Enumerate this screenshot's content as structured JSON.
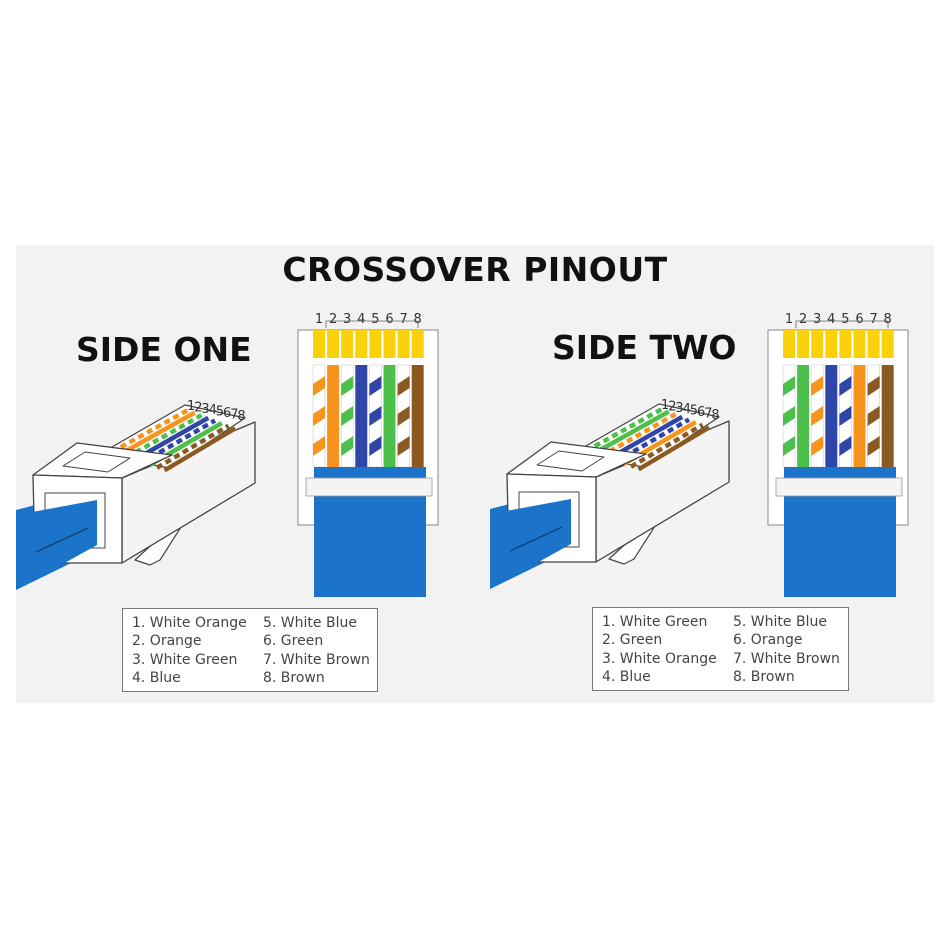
{
  "title": "CROSSOVER PINOUT",
  "colors": {
    "orange": "#f7941d",
    "green": "#4cc04a",
    "blue": "#2f45a8",
    "brown": "#8a5a22",
    "cable": "#1b74c9",
    "gold": "#f9d20c",
    "white": "#ffffff"
  },
  "pin_numbers": [
    "1",
    "2",
    "3",
    "4",
    "5",
    "6",
    "7",
    "8"
  ],
  "sides": [
    {
      "label": "SIDE ONE",
      "wires": [
        {
          "pin": "1",
          "name": "White Orange",
          "color": "orange",
          "striped": true
        },
        {
          "pin": "2",
          "name": "Orange",
          "color": "orange",
          "striped": false
        },
        {
          "pin": "3",
          "name": "White Green",
          "color": "green",
          "striped": true
        },
        {
          "pin": "4",
          "name": "Blue",
          "color": "blue",
          "striped": false
        },
        {
          "pin": "5",
          "name": "White Blue",
          "color": "blue",
          "striped": true
        },
        {
          "pin": "6",
          "name": "Green",
          "color": "green",
          "striped": false
        },
        {
          "pin": "7",
          "name": "White Brown",
          "color": "brown",
          "striped": true
        },
        {
          "pin": "8",
          "name": "Brown",
          "color": "brown",
          "striped": false
        }
      ],
      "legend": [
        "1. White Orange",
        "2. Orange",
        "3. White Green",
        "4. Blue",
        "5. White Blue",
        "6. Green",
        "7. White Brown",
        "8. Brown"
      ]
    },
    {
      "label": "SIDE TWO",
      "wires": [
        {
          "pin": "1",
          "name": "White Green",
          "color": "green",
          "striped": true
        },
        {
          "pin": "2",
          "name": "Green",
          "color": "green",
          "striped": false
        },
        {
          "pin": "3",
          "name": "White Orange",
          "color": "orange",
          "striped": true
        },
        {
          "pin": "4",
          "name": "Blue",
          "color": "blue",
          "striped": false
        },
        {
          "pin": "5",
          "name": "White Blue",
          "color": "blue",
          "striped": true
        },
        {
          "pin": "6",
          "name": "Orange",
          "color": "orange",
          "striped": false
        },
        {
          "pin": "7",
          "name": "White Brown",
          "color": "brown",
          "striped": true
        },
        {
          "pin": "8",
          "name": "Brown",
          "color": "brown",
          "striped": false
        }
      ],
      "legend": [
        "1. White Green",
        "2. Green",
        "3. White Orange",
        "4. Blue",
        "5. White Blue",
        "6. Orange",
        "7. White Brown",
        "8. Brown"
      ]
    }
  ]
}
